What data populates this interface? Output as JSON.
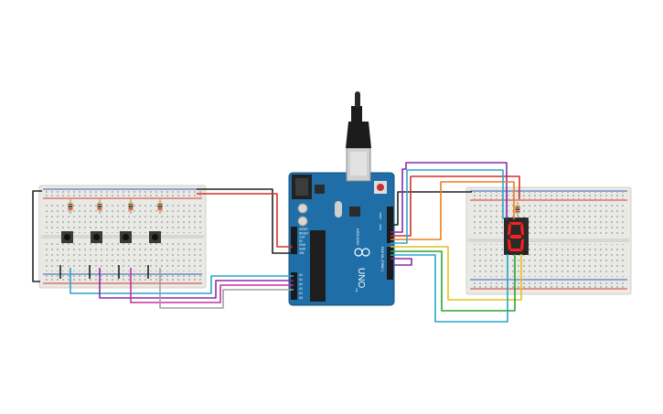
{
  "board": {
    "brand": "ARDUINO",
    "model": "UNO",
    "sublabel": "TM",
    "left_header_labels": [
      "IOREF",
      "RESET",
      "3.3V",
      "5V",
      "GND",
      "GND",
      "VIN"
    ],
    "analog_labels": [
      "A0",
      "A1",
      "A2",
      "A3",
      "A4",
      "A5"
    ],
    "digital_label": "DIGITAL (PWM~)",
    "aref_label": "AREF",
    "gnd_label": "GND"
  },
  "display": {
    "digit": "8"
  },
  "colors": {
    "board": "#1f6ea8",
    "board_edge": "#15527f",
    "breadboard": "#e9e9e6",
    "rail_red": "#d83b2f",
    "rail_blue": "#2f5fb6",
    "wire_red": "#d4322a",
    "wire_black": "#222222",
    "wire_purple": "#8a2aa8",
    "wire_orange": "#ee7d1a",
    "wire_yellow": "#e6c11c",
    "wire_green": "#2ea335",
    "wire_cyan": "#2aa6c9",
    "wire_magenta": "#c233a0",
    "wire_gray": "#a0a0a0",
    "segment_red": "#ff1e1e",
    "display_body": "#2a2a2a"
  }
}
